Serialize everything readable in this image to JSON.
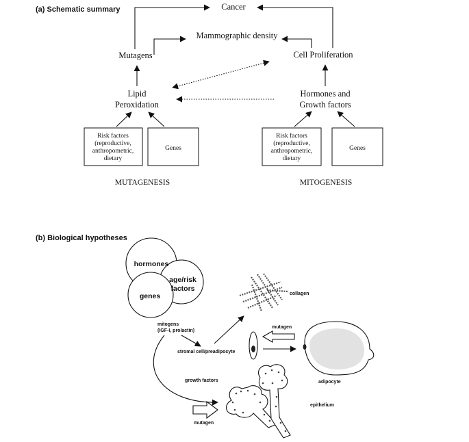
{
  "panel_a": {
    "title": "(a) Schematic summary",
    "cancer": "Cancer",
    "mammographic_density": "Mammographic density",
    "mutagens": "Mutagens",
    "cell_proliferation": "Cell Proliferation",
    "lipid_peroxidation": [
      "Lipid",
      "Peroxidation"
    ],
    "hormones_growth": [
      "Hormones and",
      "Growth factors"
    ],
    "risk_factors_left": [
      "Risk factors",
      "(reproductive,",
      "anthropometric,",
      "dietary"
    ],
    "genes_left": "Genes",
    "risk_factors_right": [
      "Risk factors",
      "(reproductive,",
      "anthropometric,",
      "dietary"
    ],
    "genes_right": "Genes",
    "mutagenesis": "MUTAGENESIS",
    "mitogenesis": "MITOGENESIS"
  },
  "panel_b": {
    "title": "(b) Biological hypotheses",
    "circle_hormones": "hormones",
    "circle_age_risk": [
      "age/risk",
      "factors"
    ],
    "circle_genes": "genes",
    "mitogens": [
      "mitogens",
      "(IGF-I, prolactin)"
    ],
    "collagen": "collagen",
    "mutagen_top": "mutagen",
    "stromal_cell": "stromal cell/preadipocyte",
    "adipocyte": "adipocyte",
    "growth_factors": "growth factors",
    "epithelium": "epithelium",
    "mutagen_bottom": "mutagen"
  }
}
